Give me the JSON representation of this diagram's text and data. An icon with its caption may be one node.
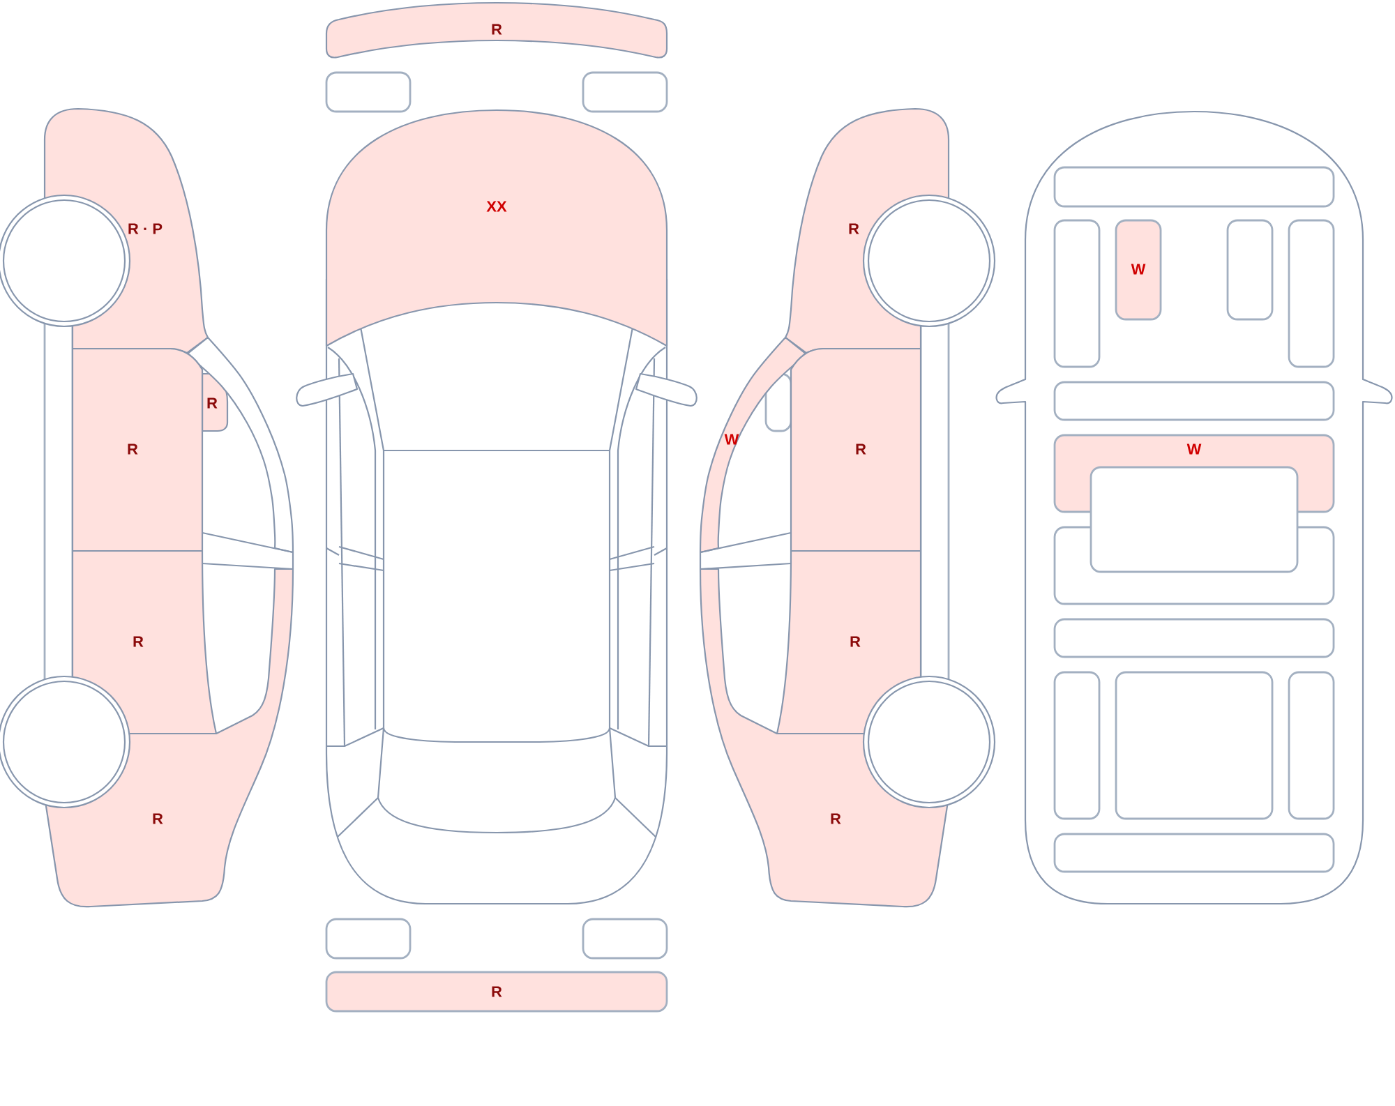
{
  "diagram": {
    "nodes": [
      {
        "text": [
          "R · P"
        ]
      },
      {
        "text": [
          "R"
        ]
      },
      {
        "text": [
          "R"
        ]
      },
      {
        "text": [],
        "shape": "bar"
      },
      {
        "text": [
          "R"
        ]
      },
      {
        "text": [
          "R"
        ]
      },
      {
        "text": [
          "R"
        ]
      },
      {
        "text": [],
        "shape": "box"
      },
      {
        "text": [],
        "shape": "box"
      },
      {
        "text": [
          "XX"
        ]
      },
      {
        "text": [],
        "shape": "box"
      },
      {
        "text": [],
        "shape": "box"
      },
      {
        "text": [
          "R"
        ]
      },
      {
        "text": [
          "R"
        ]
      },
      {
        "text": [],
        "shape": "box"
      },
      {
        "text": [
          "W"
        ]
      },
      {
        "text": [
          "R"
        ]
      },
      {
        "text": [
          "R"
        ]
      },
      {
        "text": [
          "R"
        ]
      },
      {
        "text": [],
        "shape": "box"
      },
      {
        "text": [],
        "shape": "box"
      },
      {
        "text": [
          "W"
        ]
      },
      {
        "text": [],
        "shape": "box"
      },
      {
        "text": [],
        "shape": "box"
      },
      {
        "text": [],
        "shape": "box"
      },
      {
        "text": [
          "W"
        ]
      },
      {
        "text": [],
        "shape": "box"
      },
      {
        "text": [],
        "shape": "box"
      },
      {
        "text": [],
        "shape": "box"
      },
      {
        "text": [],
        "shape": "box"
      },
      {
        "text": [],
        "shape": "box"
      },
      {
        "text": [],
        "shape": "box"
      },
      {
        "text": [],
        "shape": "box"
      }
    ]
  }
}
